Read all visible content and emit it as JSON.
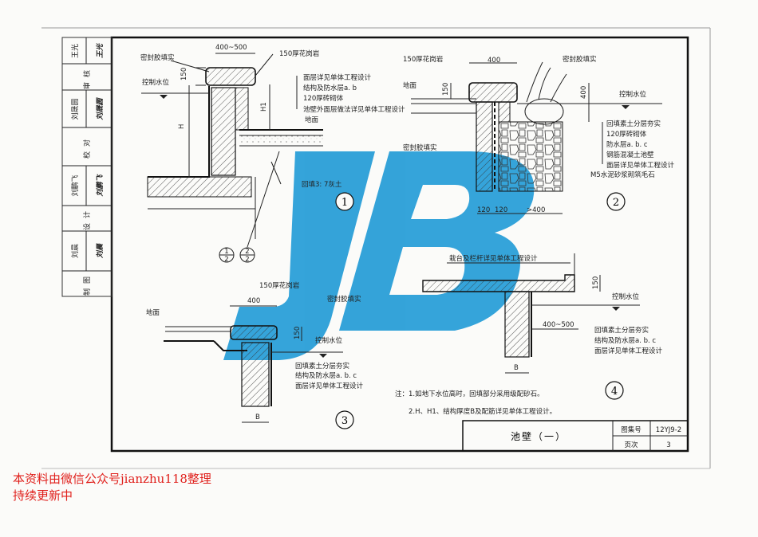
{
  "sheet": {
    "title": "池壁（一）",
    "atlas_label": "图集号",
    "atlas_no": "12YJ9-2",
    "page_label": "页次",
    "page_no": "3"
  },
  "signatures": [
    {
      "name": "王光",
      "sign": "王光"
    },
    {
      "role": "审核"
    },
    {
      "name": "刘晟圆",
      "sign": "刘晟圆"
    },
    {
      "role": "校对"
    },
    {
      "name": "刘鹏飞",
      "sign": "刘鹏飞"
    },
    {
      "role": "设计"
    },
    {
      "name": "刘晨",
      "sign": "刘晨"
    },
    {
      "role": "制图"
    }
  ],
  "detail1": {
    "number": "1",
    "dim_width": "400~500",
    "sealant": "密封胶填实",
    "granite": "150厚花岗岩",
    "water_level": "控制水位",
    "dim_150": "150",
    "dim_H": "H",
    "dim_H1": "H1",
    "layers": [
      "面层详见单体工程设计",
      "结构及防水层a. b",
      "120厚砖砌体",
      "池壁外面层做法详见单体工程设计"
    ],
    "ground": "地面",
    "backfill": "回填3: 7灰土",
    "ref_top": "1",
    "ref_bottom": "2",
    "ref2_top": "2",
    "ref2_bottom": "2"
  },
  "detail2": {
    "number": "2",
    "granite": "150厚花岗岩",
    "dim_400": "400",
    "sealant_top": "密封胶填实",
    "ground": "地面",
    "dim_150": "150",
    "dim_400_v": "400",
    "water_level": "控制水位",
    "layers": [
      "回填素土分层夯实",
      "120厚砖砌体",
      "防水层a. b. c",
      "钢筋混凝土池壁",
      "面层详见单体工程设计"
    ],
    "rubble": "M5水泥砂浆砌筑毛石",
    "sealant_side": "密封胶填实",
    "dims_bottom": [
      "120",
      "120",
      ">400"
    ]
  },
  "detail3": {
    "number": "3",
    "granite": "150厚花岗岩",
    "dim_400": "400",
    "sealant": "密封胶填实",
    "ground": "地面",
    "dim_150": "150",
    "water_level": "控制水位",
    "layers": [
      "回填素土分层夯实",
      "结构及防水层a. b. c",
      "面层详见单体工程设计"
    ],
    "dim_B": "B"
  },
  "detail4": {
    "number": "4",
    "railing": "栽台及栏杆详见单体工程设计",
    "dim_150": "150",
    "water_level": "控制水位",
    "dim_width": "400~500",
    "layers": [
      "回填素土分层夯实",
      "结构及防水层a. b. c",
      "面层详见单体工程设计"
    ],
    "dim_B": "B"
  },
  "notes": {
    "line1": "注：1.如地下水位高时，回填部分采用级配砂石。",
    "line2": "2.H、H1、结构厚度B及配筋详见单体工程设计。"
  },
  "watermark": {
    "text": "JB",
    "color": "#2a9fd8"
  },
  "footer": {
    "line1": "本资料由微信公众号jianzhu118整理",
    "line2": "持续更新中",
    "color": "#e0201c"
  }
}
